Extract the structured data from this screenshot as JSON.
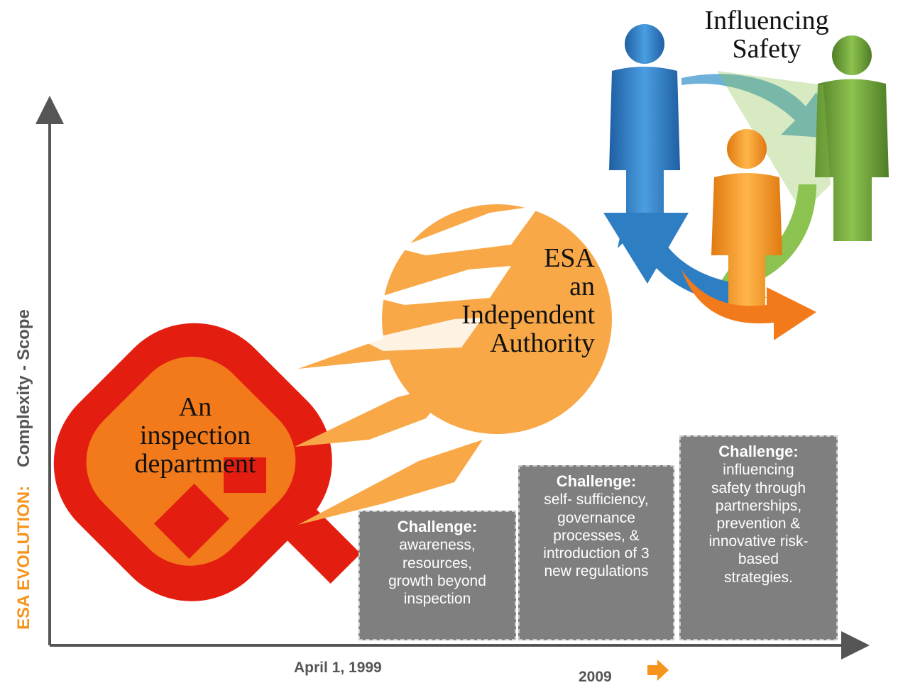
{
  "y_axis": {
    "part1": "ESA EVOLUTION:",
    "part2": "Complexity - Scope"
  },
  "x_axis": {
    "start_label": "April 1, 1999",
    "end_label": "2009"
  },
  "stages": [
    {
      "lines": [
        "An",
        "inspection",
        "department"
      ]
    },
    {
      "lines": [
        "ESA",
        "an",
        "Independent",
        "Authority"
      ]
    },
    {
      "lines": [
        "Influencing",
        "Safety"
      ]
    }
  ],
  "challenges": [
    {
      "heading": "Challenge:",
      "lines": [
        "awareness,",
        "resources,",
        "growth beyond",
        "inspection"
      ]
    },
    {
      "heading": "Challenge:",
      "lines": [
        "self- sufficiency,",
        "governance",
        "processes, &",
        "introduction of 3",
        "new regulations"
      ]
    },
    {
      "heading": "Challenge:",
      "lines": [
        "influencing",
        "safety through",
        "partnerships,",
        "prevention &",
        "innovative risk-",
        "based",
        "strategies."
      ]
    }
  ],
  "colors": {
    "red": "#e31e10",
    "orange": "#f7941d",
    "light_orange": "#f9a848",
    "blue": "#2e7ec4",
    "green": "#6a9e3a",
    "box_gray": "#7f7f7f",
    "axis": "#555555"
  }
}
